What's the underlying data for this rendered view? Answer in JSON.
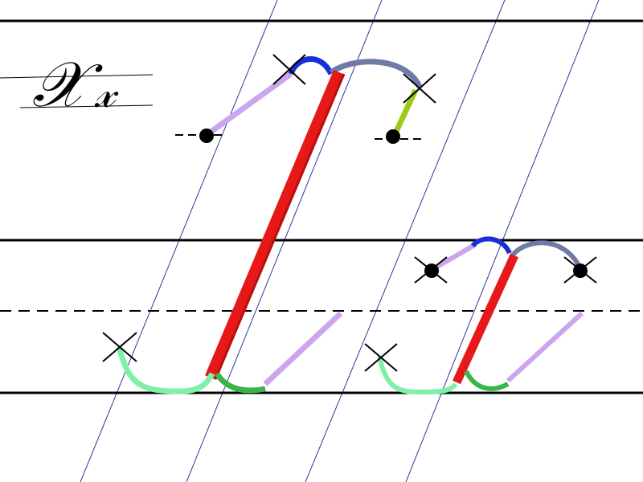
{
  "sample": {
    "uppercase_letter": "𝒳",
    "lowercase_letter": "𝓍"
  },
  "colors": {
    "background": "#ffffff",
    "guide_line": "#000000",
    "slant_line": "#2b3a9a",
    "main_stroke": "#e61818",
    "main_stroke_shadow": "#b80f0f",
    "lead_in_stroke": "#c9a6ee",
    "top_loop_start": "#1a2fd6",
    "top_loop_end": "#6f7aa6",
    "hook_stroke": "#9acb1a",
    "bottom_curve_left": "#7ef0a8",
    "bottom_curve_right": "#39b54a",
    "marker": "#000000"
  },
  "icons": {
    "start_point": "filled-dot",
    "end_point": "cross-mark"
  }
}
